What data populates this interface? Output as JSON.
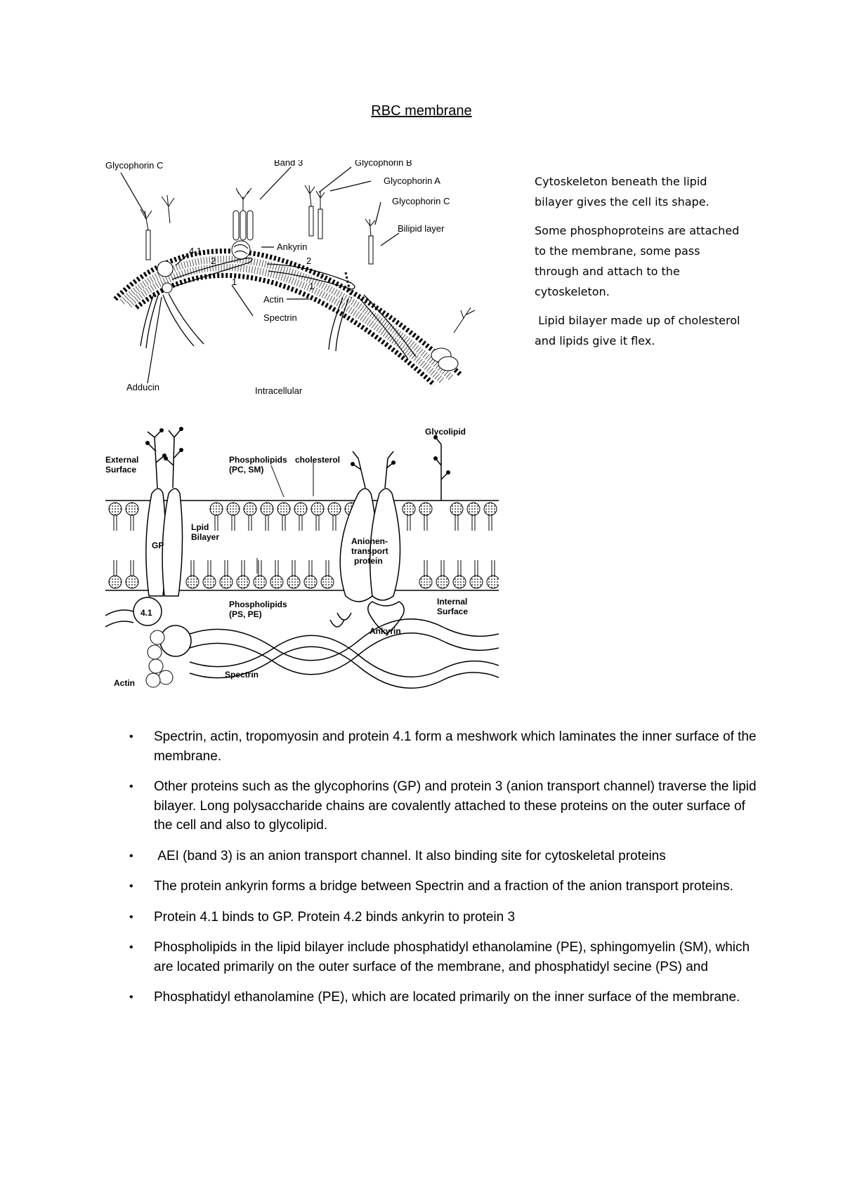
{
  "document": {
    "title": "RBC membrane",
    "figure1": {
      "labels": {
        "glycophorin_c_left": "Glycophorin C",
        "band3": "Band 3",
        "glycophorin_b": "Glycophorin B",
        "glycophorin_a": "Glycophorin A",
        "glycophorin_c_right": "Glycophorin C",
        "bilipid_layer": "Bilipid layer",
        "ankyrin": "Ankyrin",
        "protein_41": "4.1",
        "num_2_left": "2",
        "num_2_right": "2",
        "num_1_left": "1",
        "num_1_right": "1",
        "actin": "Actin",
        "spectrin": "Spectrin",
        "adducin": "Adducin",
        "intracellular": "Intracellular"
      }
    },
    "figure2": {
      "labels": {
        "glycolipid": "Glycolipid",
        "external_surface_1": "External",
        "external_surface_2": "Surface",
        "phospholipids_top_1": "Phospholipids",
        "phospholipids_top_2": "(PC, SM)",
        "cholesterol": "cholesterol",
        "lipid_bilayer_1": "Lpid",
        "lipid_bilayer_2": "Bilayer",
        "gp": "GP",
        "anion_1": "Anionen-",
        "anion_2": "transport",
        "anion_3": "protein",
        "protein_41": "4.1",
        "phospholipids_bottom_1": "Phospholipids",
        "phospholipids_bottom_2": "(PS, PE)",
        "internal_surface_1": "Internal",
        "internal_surface_2": "Surface",
        "ankyrin": "Ankyrin",
        "actin": "Actin",
        "spectrin": "Spectrin"
      }
    },
    "side_notes": [
      "Cytoskeleton beneath the lipid bilayer gives the cell its shape.",
      "Some phosphoproteins are attached to the membrane, some pass through and attach to the cytoskeleton.",
      " Lipid bilayer made up of cholesterol and lipids give it flex."
    ],
    "bullets": [
      "Spectrin, actin, tropomyosin and protein 4.1 form a meshwork which laminates the inner surface of the membrane.",
      "Other proteins such as the glycophorins (GP) and protein 3 (anion transport channel) traverse the lipid bilayer. Long polysaccharide chains are covalently attached to these proteins on the outer surface of the cell and also to glycolipid.",
      " AEI (band 3) is an anion transport channel. It also binding site for cytoskeletal proteins",
      "The protein ankyrin forms a bridge between Spectrin and a fraction of the anion transport proteins.",
      "Protein 4.1 binds to GP. Protein 4.2 binds ankyrin to protein 3",
      "Phospholipids in the lipid bilayer include phosphatidyl ethanolamine (PE), sphingomyelin (SM), which are located primarily on the outer surface of the membrane, and phosphatidyl secine (PS) and",
      "Phosphatidyl ethanolamine (PE), which are located primarily on the inner surface of the membrane."
    ]
  }
}
